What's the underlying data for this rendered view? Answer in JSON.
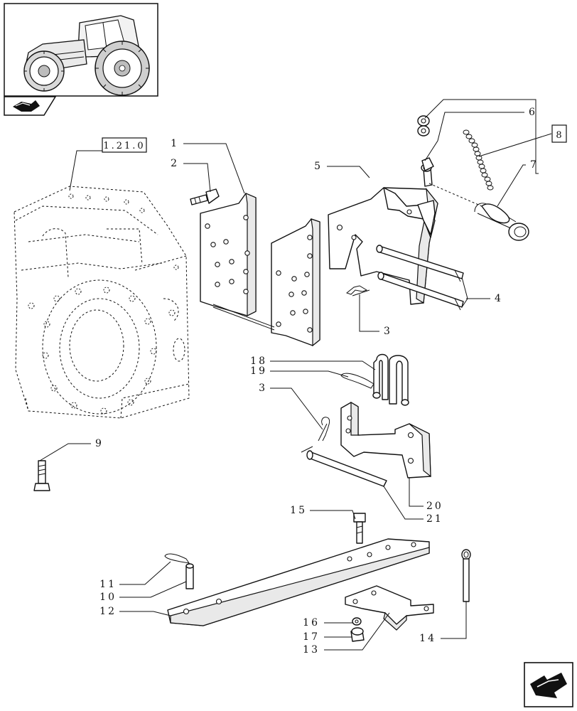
{
  "reference_box": {
    "label": "1.21.0"
  },
  "chain_ref_box": {
    "label": "8"
  },
  "callouts": [
    {
      "id": "c1",
      "label": "1"
    },
    {
      "id": "c2",
      "label": "2"
    },
    {
      "id": "c3a",
      "label": "3"
    },
    {
      "id": "c3b",
      "label": "3"
    },
    {
      "id": "c4",
      "label": "4"
    },
    {
      "id": "c5",
      "label": "5"
    },
    {
      "id": "c6",
      "label": "6"
    },
    {
      "id": "c7",
      "label": "7"
    },
    {
      "id": "c9",
      "label": "9"
    },
    {
      "id": "c10",
      "label": "10"
    },
    {
      "id": "c11",
      "label": "11"
    },
    {
      "id": "c12",
      "label": "12"
    },
    {
      "id": "c13",
      "label": "13"
    },
    {
      "id": "c14",
      "label": "14"
    },
    {
      "id": "c15",
      "label": "15"
    },
    {
      "id": "c16",
      "label": "16"
    },
    {
      "id": "c17",
      "label": "17"
    },
    {
      "id": "c18",
      "label": "18"
    },
    {
      "id": "c19",
      "label": "19"
    },
    {
      "id": "c20",
      "label": "20"
    },
    {
      "id": "c21",
      "label": "21"
    }
  ],
  "icons": {
    "thumbnail": "tractor-icon",
    "tab": "book-arrow-icon",
    "corner": "next-page-arrow-icon"
  }
}
